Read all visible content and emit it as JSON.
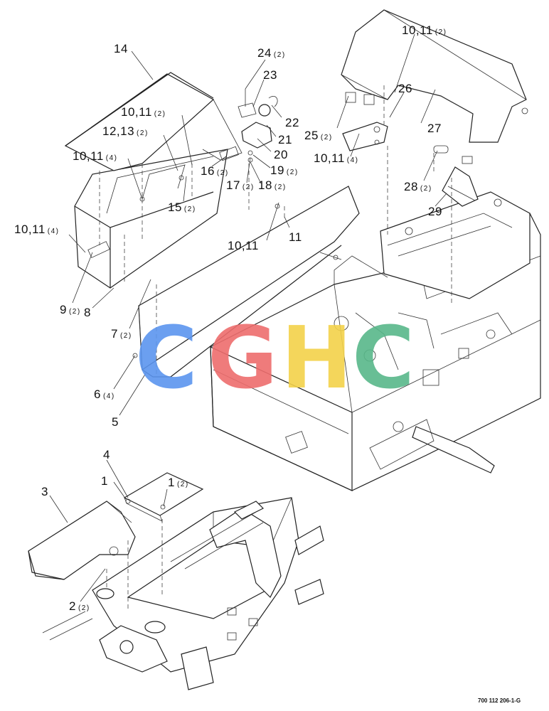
{
  "diagram": {
    "drawing_code": "700 112 206-1-G",
    "watermark": {
      "letters": [
        {
          "char": "C",
          "color": "#5b95ef"
        },
        {
          "char": "G",
          "color": "#ee6d6d"
        },
        {
          "char": "H",
          "color": "#f3d24a"
        },
        {
          "char": "C",
          "color": "#58b88a"
        }
      ]
    },
    "callouts": [
      {
        "id": "c14",
        "label": "14",
        "qty": ""
      },
      {
        "id": "c24",
        "label": "24",
        "qty": "(2)"
      },
      {
        "id": "c23",
        "label": "23",
        "qty": ""
      },
      {
        "id": "c22",
        "label": "22",
        "qty": ""
      },
      {
        "id": "c21",
        "label": "21",
        "qty": ""
      },
      {
        "id": "c20",
        "label": "20",
        "qty": ""
      },
      {
        "id": "c19",
        "label": "19",
        "qty": "(2)"
      },
      {
        "id": "c18",
        "label": "18",
        "qty": "(2)"
      },
      {
        "id": "c17",
        "label": "17",
        "qty": "(2)"
      },
      {
        "id": "c16",
        "label": "16",
        "qty": "(2)"
      },
      {
        "id": "c15",
        "label": "15",
        "qty": "(2)"
      },
      {
        "id": "c1213",
        "label": "12,13",
        "qty": "(2)"
      },
      {
        "id": "c1011a",
        "label": "10,11",
        "qty": "(2)"
      },
      {
        "id": "c1011b",
        "label": "10,11",
        "qty": "(4)"
      },
      {
        "id": "c1011c",
        "label": "10,11",
        "qty": "(4)"
      },
      {
        "id": "c1011d",
        "label": "10,11",
        "qty": ""
      },
      {
        "id": "c11",
        "label": "11",
        "qty": ""
      },
      {
        "id": "c9",
        "label": "9",
        "qty": "(2)"
      },
      {
        "id": "c8",
        "label": "8",
        "qty": ""
      },
      {
        "id": "c7",
        "label": "7",
        "qty": "(2)"
      },
      {
        "id": "c6",
        "label": "6",
        "qty": "(4)"
      },
      {
        "id": "c5",
        "label": "5",
        "qty": ""
      },
      {
        "id": "c1011e",
        "label": "10,11",
        "qty": "(2)"
      },
      {
        "id": "c26",
        "label": "26",
        "qty": ""
      },
      {
        "id": "c25",
        "label": "25",
        "qty": "(2)"
      },
      {
        "id": "c1011f",
        "label": "10,11",
        "qty": "(4)"
      },
      {
        "id": "c27",
        "label": "27",
        "qty": ""
      },
      {
        "id": "c28",
        "label": "28",
        "qty": "(2)"
      },
      {
        "id": "c29",
        "label": "29",
        "qty": ""
      },
      {
        "id": "c4",
        "label": "4",
        "qty": ""
      },
      {
        "id": "c1a",
        "label": "1",
        "qty": ""
      },
      {
        "id": "c1b",
        "label": "1",
        "qty": "(2)"
      },
      {
        "id": "c3",
        "label": "3",
        "qty": ""
      },
      {
        "id": "c2",
        "label": "2",
        "qty": "(2)"
      }
    ]
  }
}
